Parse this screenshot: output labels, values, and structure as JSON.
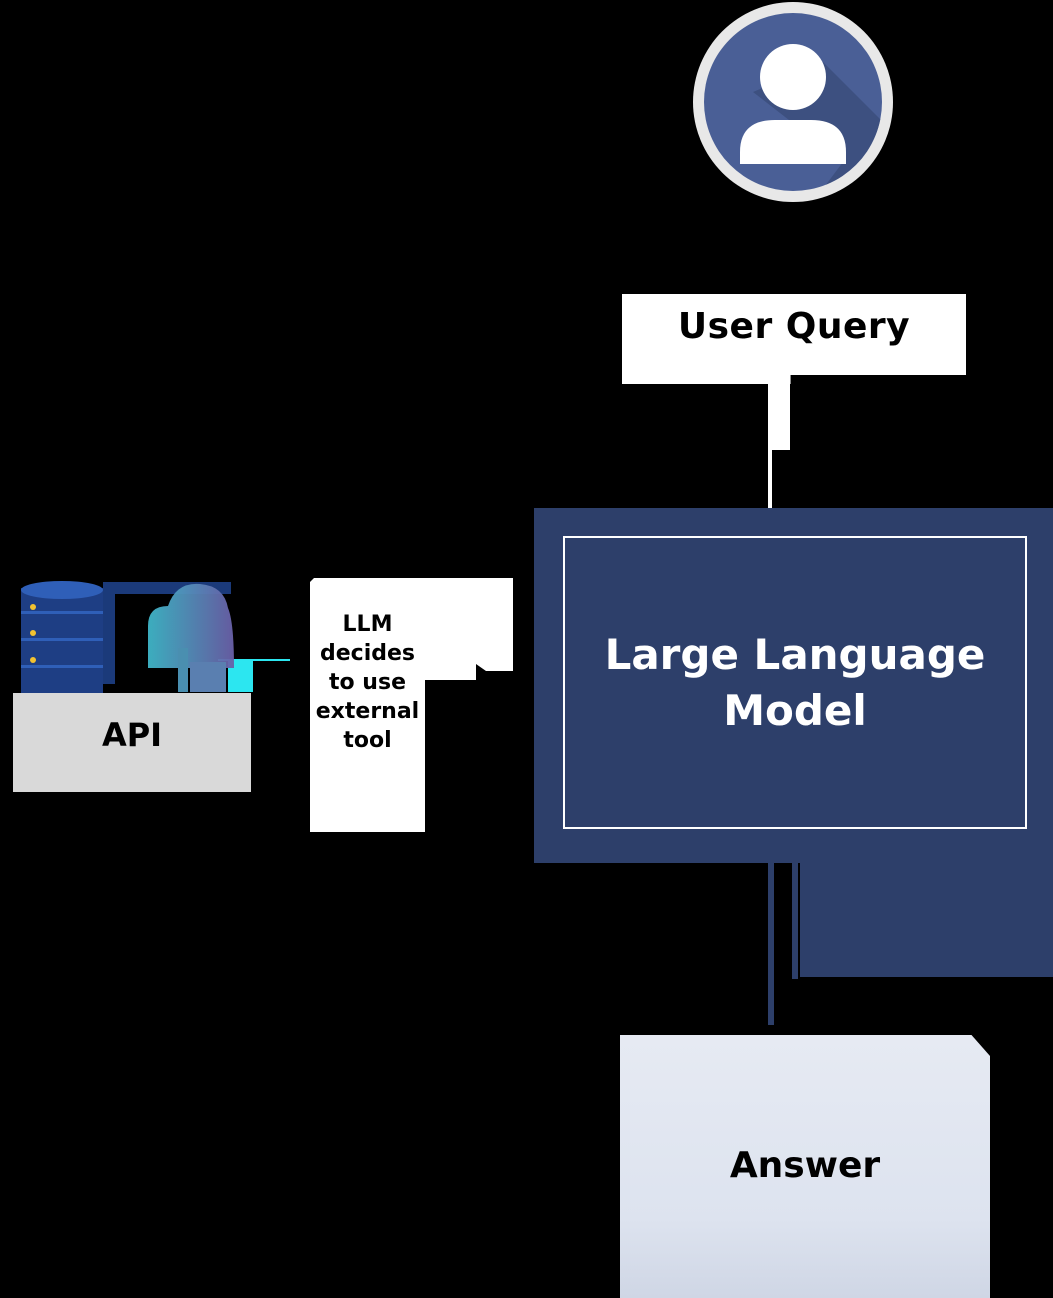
{
  "user": {
    "icon": "user-icon",
    "ring_color": "#ffffff",
    "circle_color": "#4a5f96"
  },
  "query": {
    "label": "User Query"
  },
  "llm": {
    "label": "Large Language\nModel",
    "fill_color": "#2d3f6a",
    "border_color": "#ffffff"
  },
  "tool": {
    "label": "API",
    "icons": [
      "database-icon",
      "cloud-icon"
    ],
    "box_color": "#d9d9d9"
  },
  "decision": {
    "label": "LLM\ndecides\nto use\nexternal\ntool"
  },
  "answer": {
    "label": "Answer",
    "box_color": "#e3e8f2"
  }
}
